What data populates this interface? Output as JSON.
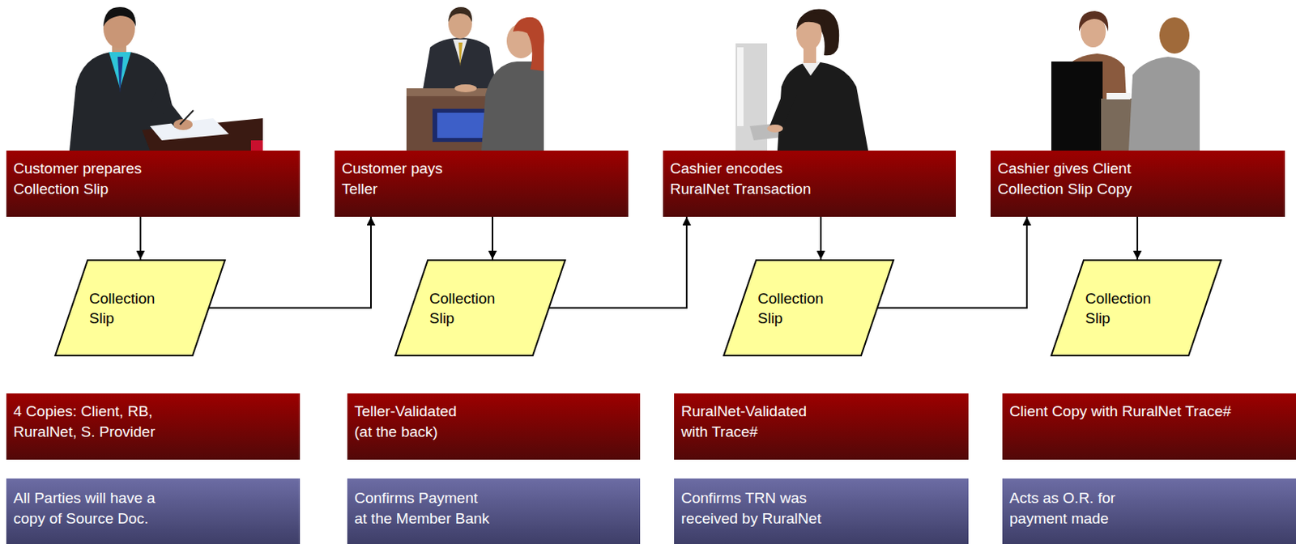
{
  "diagram": {
    "nodes": [
      {
        "text": [
          "Customer prepares Collection Slip"
        ]
      },
      {
        "text": [
          "Customer pays Teller"
        ]
      },
      {
        "text": [
          "Cashier encodes RuralNet Transaction"
        ]
      },
      {
        "text": [
          "Cashier gives Client Collection Slip Copy"
        ]
      },
      {
        "text": [
          "Collection Slip"
        ]
      },
      {
        "text": [
          "Collection Slip"
        ]
      },
      {
        "text": [
          "Collection Slip"
        ]
      },
      {
        "text": [
          "Collection Slip"
        ]
      },
      {
        "text": [
          "4 Copies: Client, RB, RuralNet, S. Provider"
        ]
      },
      {
        "text": [
          "Teller-Validated (at the back)"
        ]
      },
      {
        "text": [
          "RuralNet-Validated with Trace#"
        ]
      },
      {
        "text": [
          "Client Copy with RuralNet Trace#"
        ]
      },
      {
        "text": [
          "All Parties will have a copy of Source Doc."
        ]
      },
      {
        "text": [
          "Confirms Payment at the Member Bank"
        ]
      },
      {
        "text": [
          "Confirms TRN was received by RuralNet"
        ]
      },
      {
        "text": [
          "Acts as O.R. for payment made"
        ]
      }
    ],
    "edges": [
      {
        "from": 0,
        "to": 4,
        "arrow": "to"
      },
      {
        "from": 4,
        "to": 1,
        "arrow": "to"
      },
      {
        "from": 1,
        "to": 5,
        "arrow": "to"
      },
      {
        "from": 5,
        "to": 2,
        "arrow": "to"
      },
      {
        "from": 2,
        "to": 6,
        "arrow": "to"
      },
      {
        "from": 6,
        "to": 3,
        "arrow": "to"
      },
      {
        "from": 3,
        "to": 7,
        "arrow": "to"
      }
    ]
  }
}
